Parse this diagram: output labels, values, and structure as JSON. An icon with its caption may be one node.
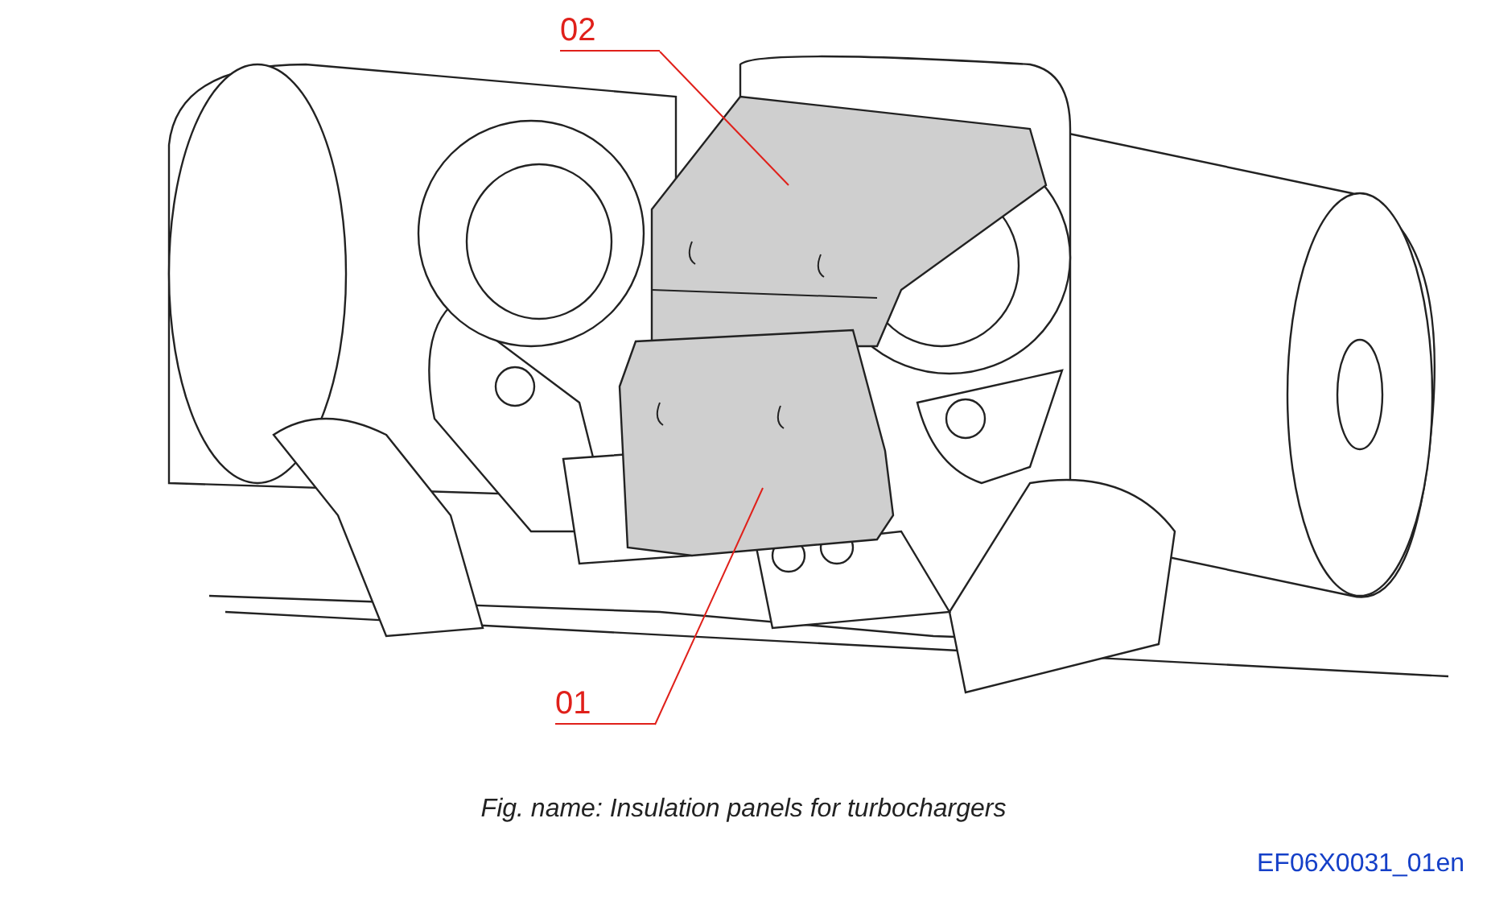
{
  "diagram": {
    "caption": "Fig. name: Insulation panels for turbochargers",
    "nodes": [
      {
        "text": [
          "02"
        ]
      },
      {
        "text": [],
        "shape": "box"
      },
      {
        "text": [
          "01"
        ]
      },
      {
        "text": [],
        "shape": "box"
      }
    ],
    "edges": [
      {
        "from": 0,
        "to": 1,
        "arrow": "none"
      },
      {
        "from": 2,
        "to": 3,
        "arrow": "none"
      }
    ],
    "labels": [
      "EF06X0031_01en"
    ]
  }
}
